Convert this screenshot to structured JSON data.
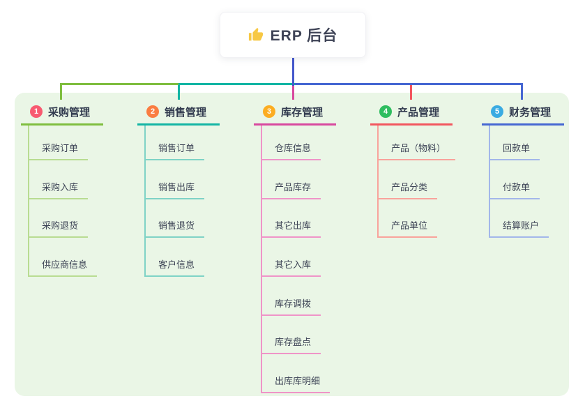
{
  "root": {
    "label": "ERP 后台",
    "icon": "thumbs-up-icon"
  },
  "colors": {
    "canvas_background": "#ffffff",
    "panel_background": "#eaf6e6",
    "root_connector": "#4558cc",
    "root_text": "#3e4356",
    "branch_title_text": "#313a4e",
    "child_text": "#3d4456"
  },
  "branches": [
    {
      "number": "1",
      "title": "采购管理",
      "line_color": "#7fbe3f",
      "badge_color": "#f85a70",
      "child_line_color": "#b9dc92",
      "children": [
        "采购订单",
        "采购入库",
        "采购退货",
        "供应商信息"
      ]
    },
    {
      "number": "2",
      "title": "销售管理",
      "line_color": "#13b5a4",
      "badge_color": "#fa7d41",
      "child_line_color": "#7fd3c6",
      "children": [
        "销售订单",
        "销售出库",
        "销售退货",
        "客户信息"
      ]
    },
    {
      "number": "3",
      "title": "库存管理",
      "line_color": "#d8499e",
      "badge_color": "#fcad21",
      "child_line_color": "#ef94c8",
      "children": [
        "仓库信息",
        "产品库存",
        "其它出库",
        "其它入库",
        "库存调拨",
        "库存盘点",
        "出库库明细"
      ]
    },
    {
      "number": "4",
      "title": "产品管理",
      "line_color": "#f2565e",
      "badge_color": "#2ebd5f",
      "child_line_color": "#f9a39c",
      "children": [
        "产品（物料）",
        "产品分类",
        "产品单位"
      ]
    },
    {
      "number": "5",
      "title": "财务管理",
      "line_color": "#4667d2",
      "badge_color": "#3aabe2",
      "child_line_color": "#a3b7ea",
      "children": [
        "回款单",
        "付款单",
        "结算账户"
      ]
    }
  ]
}
